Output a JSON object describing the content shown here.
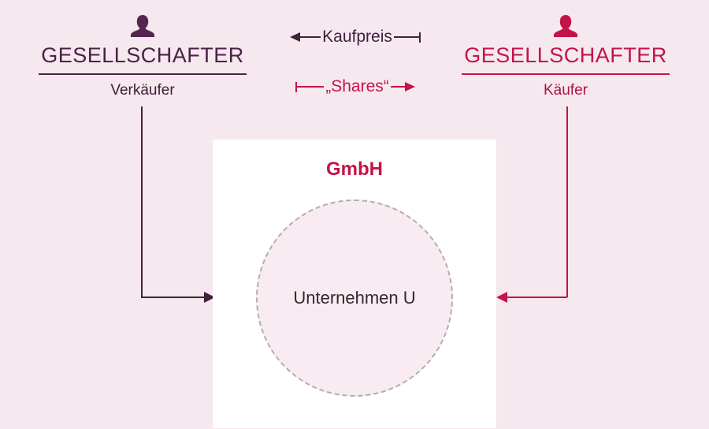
{
  "diagram": {
    "left_party": {
      "title": "GESELLSCHAFTER",
      "role": "Verkäufer",
      "icon": "person-icon",
      "color": "#4a2147"
    },
    "right_party": {
      "title": "GESELLSCHAFTER",
      "role": "Käufer",
      "icon": "person-icon",
      "color": "#c41349"
    },
    "exchange": {
      "top_label": "Kaufpreis",
      "top_direction": "left",
      "top_color": "#42203f",
      "bottom_label": "„Shares“",
      "bottom_direction": "right",
      "bottom_color": "#c41349"
    },
    "company": {
      "title": "GmbH",
      "entity": "Unternehmen U",
      "box_color": "#ffffff",
      "circle_fill": "#f8ecf2",
      "circle_border": "#b3adb0"
    },
    "background_color": "#f5e8ee"
  }
}
